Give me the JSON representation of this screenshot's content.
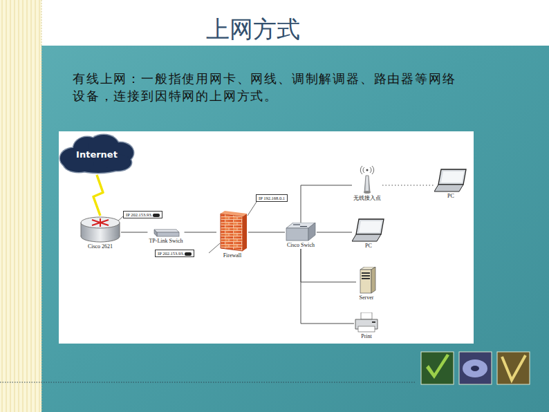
{
  "diagram": {
    "title": "上网方式",
    "nodes": [
      {
        "text": [
          "Internet"
        ]
      },
      {
        "text": [
          "Cisco 2621"
        ]
      },
      {
        "text": [
          "TP-Link Swich"
        ]
      },
      {
        "text": [
          "Firewall"
        ]
      },
      {
        "text": [
          "Cisco Swich"
        ]
      },
      {
        "text": [
          "无线接入点"
        ]
      },
      {
        "text": [
          "PC"
        ]
      },
      {
        "text": [
          "PC"
        ]
      },
      {
        "text": [
          "Server"
        ]
      },
      {
        "text": [
          "Print"
        ]
      }
    ],
    "edges": [
      {
        "from": 0,
        "to": 1,
        "arrow": "none"
      },
      {
        "from": 1,
        "to": 2,
        "arrow": "none"
      },
      {
        "from": 2,
        "to": 3,
        "arrow": "none"
      },
      {
        "from": 3,
        "to": 4,
        "arrow": "none"
      },
      {
        "from": 4,
        "to": 5,
        "arrow": "none"
      },
      {
        "from": 5,
        "to": 6,
        "arrow": "none"
      },
      {
        "from": 4,
        "to": 7,
        "arrow": "none"
      },
      {
        "from": 4,
        "to": 8,
        "arrow": "none"
      },
      {
        "from": 4,
        "to": 9,
        "arrow": "none"
      }
    ],
    "labels": [
      "有线上网：一般指使用网卡、网线、调制解调器、路由器等网络设备，连接到因特网的上网方式。",
      "IP 202.153.93.",
      "IP 202.153.93.",
      "IP 192.168.0.1"
    ]
  }
}
